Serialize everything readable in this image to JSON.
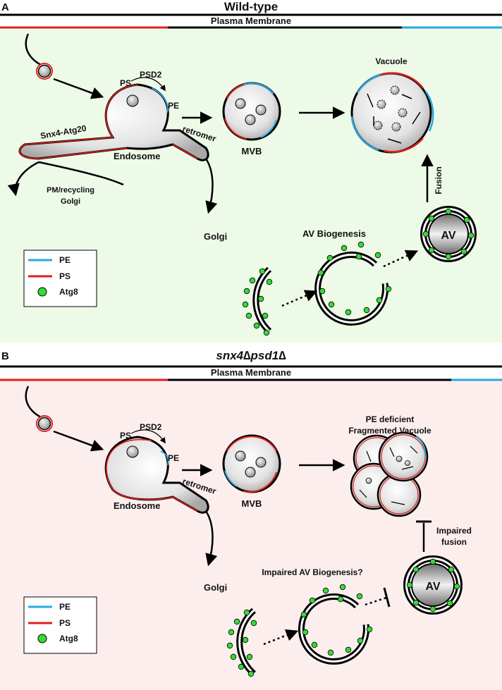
{
  "colors": {
    "pe": "#29a8e0",
    "ps": "#e0201c",
    "atg8": "#33dd33",
    "bg_a": "#eefae8",
    "bg_b": "#fdeeee"
  },
  "panel_a": {
    "letter": "A",
    "title": "Wild-type",
    "membrane": "Plasma Membrane",
    "labels": {
      "ps": "PS",
      "psd2": "PSD2",
      "pe": "PE",
      "snx4": "Snx4-Atg20",
      "endosome": "Endosome",
      "retromer": "retromer",
      "mvb": "MVB",
      "vacuole": "Vacuole",
      "fusion": "Fusion",
      "pm_recycling": "PM/recycling",
      "golgi_recycling": "Golgi",
      "golgi": "Golgi",
      "av_biogenesis": "AV Biogenesis",
      "av": "AV"
    },
    "legend": [
      {
        "label": "PE",
        "icon": "pe-line-icon"
      },
      {
        "label": "PS",
        "icon": "ps-line-icon"
      },
      {
        "label": "Atg8",
        "icon": "atg8-dot-icon"
      }
    ]
  },
  "panel_b": {
    "letter": "B",
    "title_1": "snx4",
    "title_2": "psd1",
    "membrane": "Plasma Membrane",
    "labels": {
      "ps": "PS",
      "psd2": "PSD2",
      "pe": "PE",
      "endosome": "Endosome",
      "retromer": "retromer",
      "mvb": "MVB",
      "vacuole_1": "PE deficient",
      "vacuole_2": "Fragmented Vacuole",
      "impaired_fusion_1": "Impaired",
      "impaired_fusion_2": "fusion",
      "golgi": "Golgi",
      "av_biogenesis": "Impaired AV Biogenesis?",
      "av": "AV"
    },
    "legend": [
      {
        "label": "PE",
        "icon": "pe-line-icon"
      },
      {
        "label": "PS",
        "icon": "ps-line-icon"
      },
      {
        "label": "Atg8",
        "icon": "atg8-dot-icon"
      }
    ]
  }
}
